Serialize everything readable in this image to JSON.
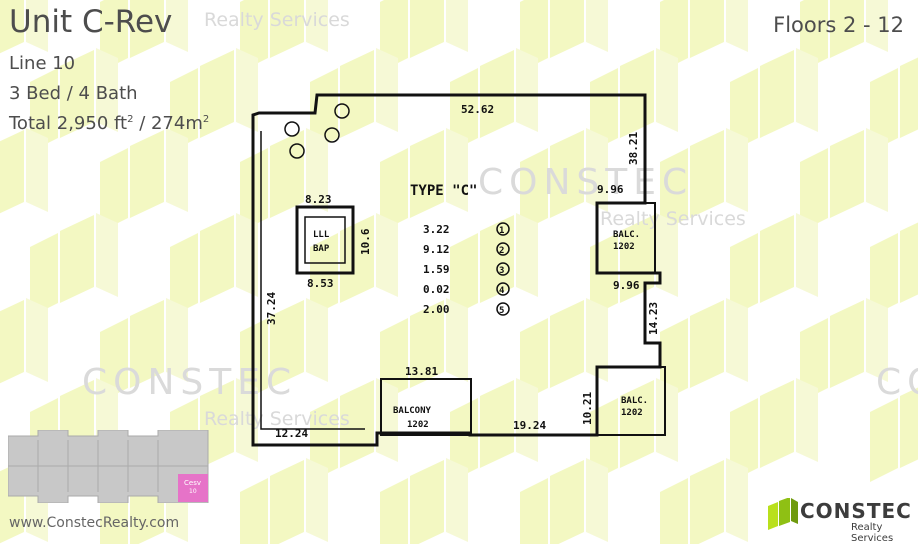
{
  "unit": {
    "title": "Unit C-Rev",
    "floors": "Floors 2 - 12",
    "line": "Line 10",
    "bed_bath": "3 Bed / 4 Bath",
    "total_prefix": "Total 2,950 ft",
    "total_mid": " / 274m",
    "sq": "2"
  },
  "watermarks": {
    "realty_services": "Realty Services",
    "constec": "CONSTEC"
  },
  "floorplan": {
    "type_label": "TYPE \"C\"",
    "dimensions": {
      "top": "52.62",
      "left": "37.24",
      "right_top": "38.21",
      "right_mid": "14.23",
      "bottom_left": "12.24",
      "bottom_mid": "19.24",
      "bottom_right": "10.21",
      "interior_a": "13.81",
      "bath_w": "8.23",
      "bath_h": "10.6",
      "bath_w2": "8.53",
      "note_a": "9.96",
      "note_b": "9.96"
    },
    "legend": [
      {
        "value": "3.22",
        "num": "1"
      },
      {
        "value": "9.12",
        "num": "2"
      },
      {
        "value": "1.59",
        "num": "3"
      },
      {
        "value": "0.02",
        "num": "4"
      },
      {
        "value": "2.00",
        "num": "5"
      }
    ],
    "balconies": [
      {
        "label": "BALC.",
        "num": "1202"
      },
      {
        "label": "BALC.",
        "num": "1202"
      },
      {
        "label": "BALCONY",
        "num": "1202"
      }
    ],
    "bath_labels": [
      "LLL",
      "BAP"
    ]
  },
  "keyplan": {
    "highlight_label": "Cesv",
    "highlight_line": "10",
    "highlight_color": "#e673c8"
  },
  "footer": {
    "website": "www.ConstecRealty.com"
  },
  "logo": {
    "name": "CONSTEC",
    "sub": "Realty Services",
    "accent": "#b9e01c"
  },
  "colors": {
    "pattern": "#f4f8c4"
  }
}
